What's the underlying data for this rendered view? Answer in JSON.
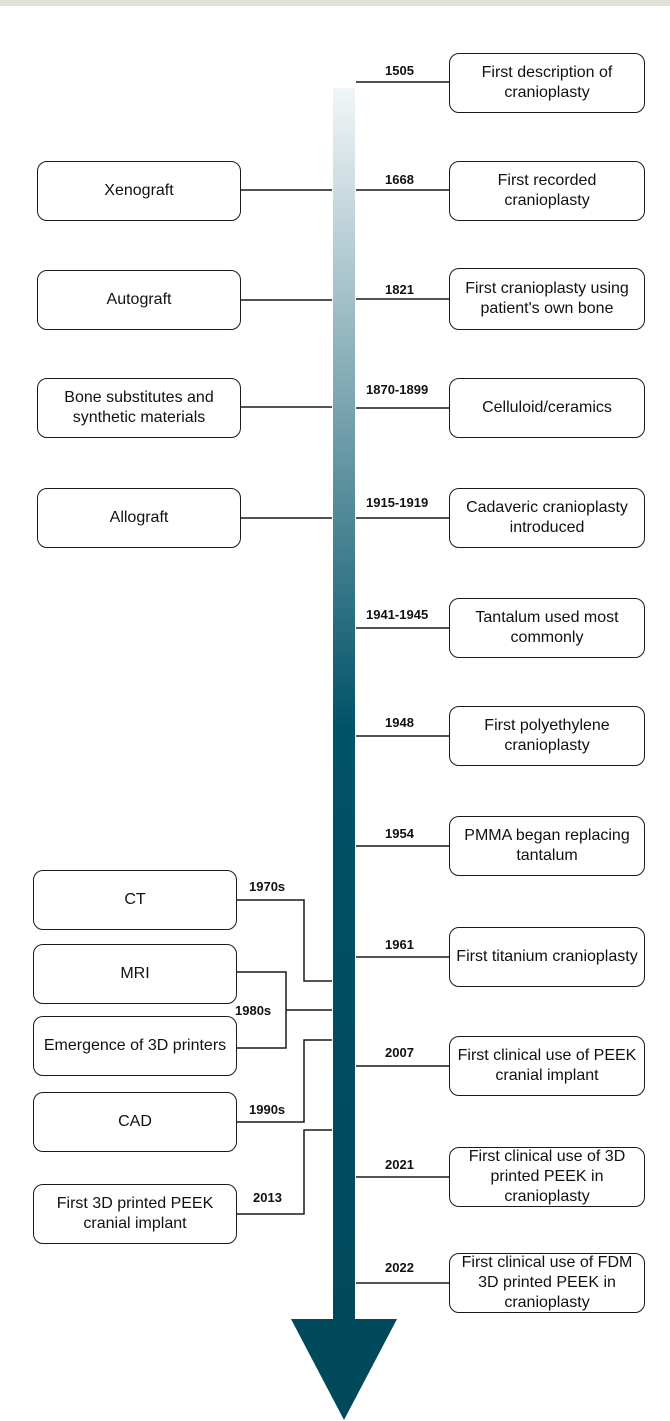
{
  "colors": {
    "arrow_top": "#f2f6f8",
    "arrow_mid": "#005267",
    "arrow_bottom": "#00495b",
    "line": "#1a1a1a"
  },
  "events": [
    {
      "year": "1505",
      "label": "First description of cranioplasty"
    },
    {
      "year": "1668",
      "label": "First recorded cranioplasty"
    },
    {
      "year": "1821",
      "label": "First cranioplasty using patient's own bone"
    },
    {
      "year": "1870-1899",
      "label": "Celluloid/ceramics"
    },
    {
      "year": "1915-1919",
      "label": "Cadaveric cranioplasty introduced"
    },
    {
      "year": "1941-1945",
      "label": "Tantalum used most commonly"
    },
    {
      "year": "1948",
      "label": "First polyethylene cranioplasty"
    },
    {
      "year": "1954",
      "label": "PMMA began replacing tantalum"
    },
    {
      "year": "1961",
      "label": "First titanium cranioplasty"
    },
    {
      "year": "2007",
      "label": "First clinical use of PEEK cranial implant"
    },
    {
      "year": "2021",
      "label": "First clinical use of 3D printed PEEK in cranioplasty"
    },
    {
      "year": "2022",
      "label": "First clinical use of FDM 3D printed PEEK in cranioplasty"
    }
  ],
  "materials": [
    {
      "label": "Xenograft"
    },
    {
      "label": "Autograft"
    },
    {
      "label": "Bone substitutes and synthetic materials"
    },
    {
      "label": "Allograft"
    }
  ],
  "technologies": [
    {
      "label": "CT",
      "year": "1970s"
    },
    {
      "label": "MRI",
      "year": "1980s"
    },
    {
      "label": "Emergence of 3D printers",
      "year": ""
    },
    {
      "label": "CAD",
      "year": "1990s"
    },
    {
      "label": "First 3D printed PEEK cranial implant",
      "year": "2013"
    }
  ]
}
